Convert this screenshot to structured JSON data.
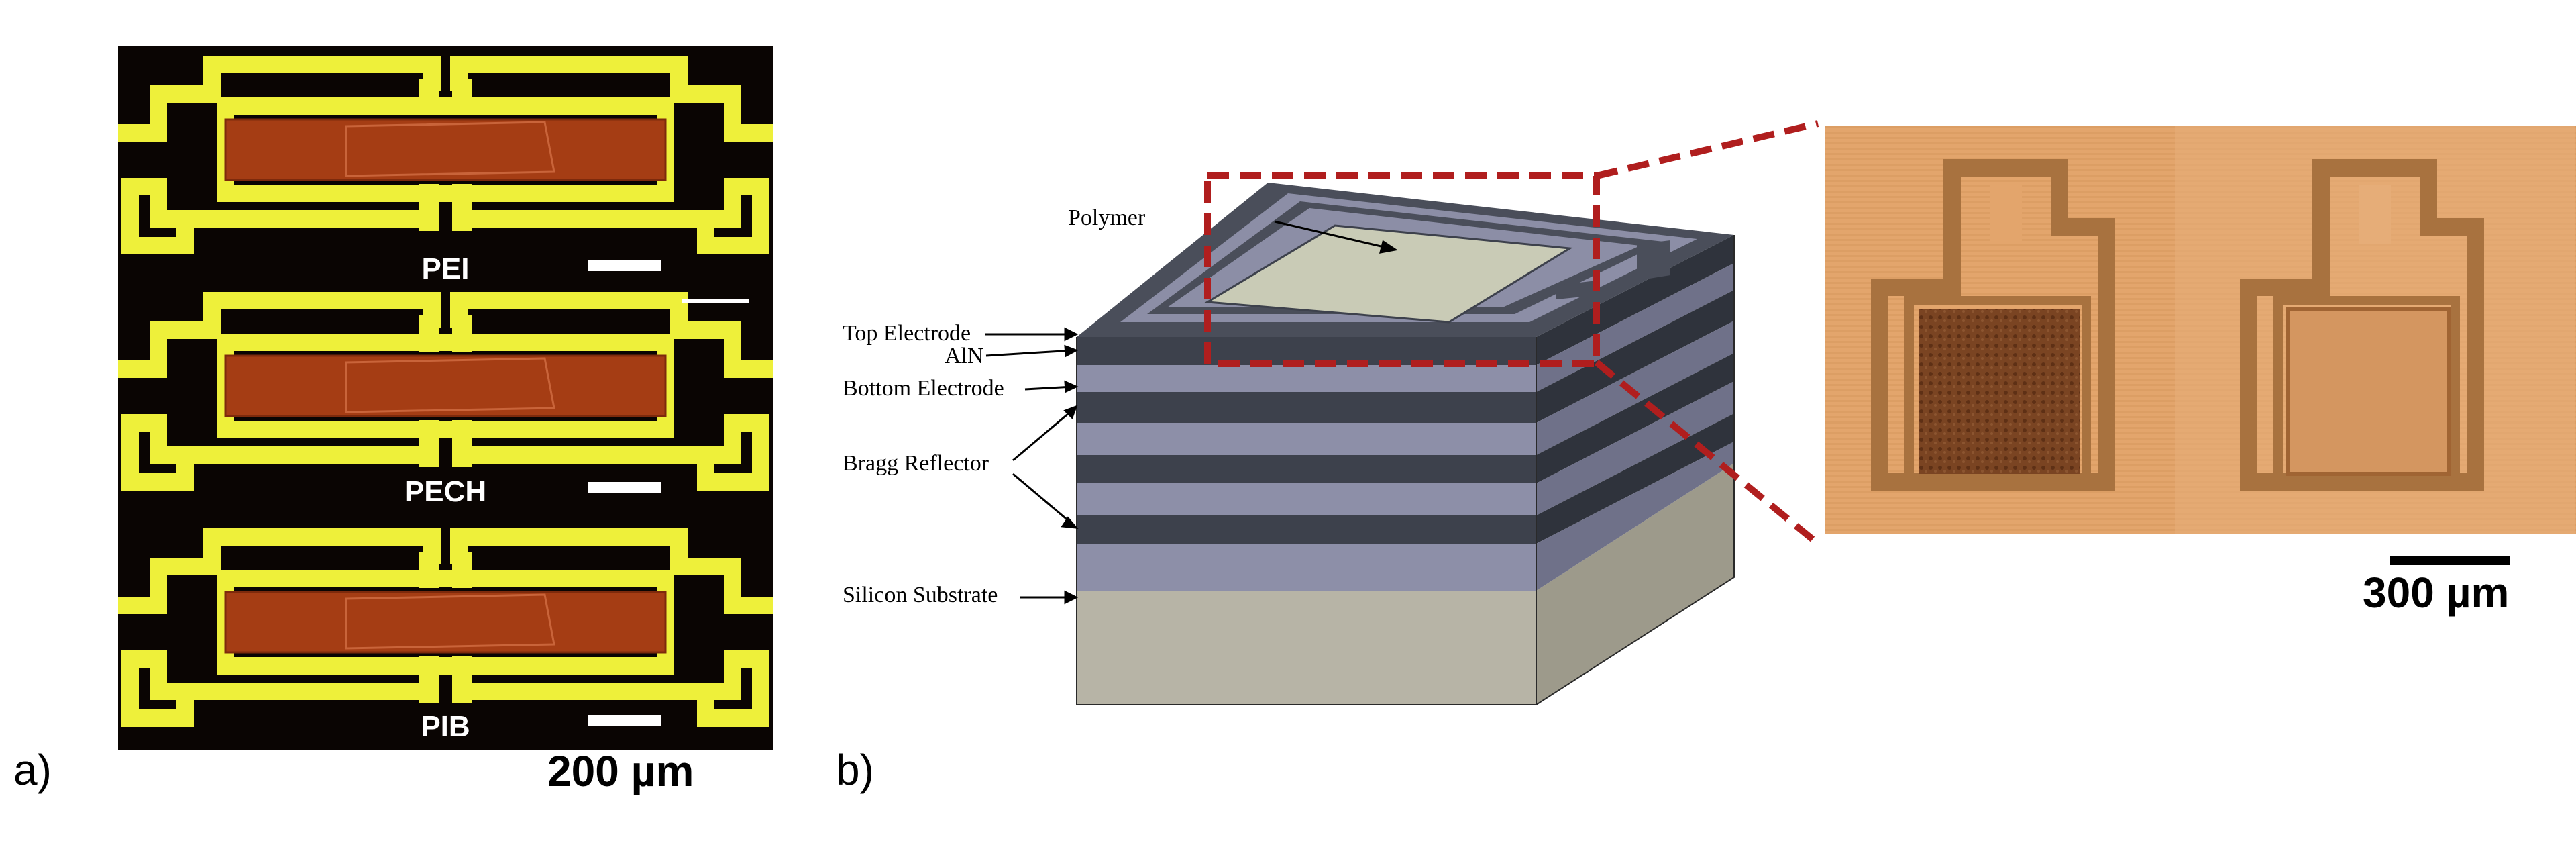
{
  "panel_a": {
    "label": "a)",
    "devices": [
      {
        "label": "PEI"
      },
      {
        "label": "PECH"
      },
      {
        "label": "PIB"
      }
    ],
    "scale_bar": "200 µm",
    "colors": {
      "background": "#0a0503",
      "electrode": "#eef03a",
      "electrode_dark": "#b5b81e",
      "active": "#a53d14"
    }
  },
  "panel_b": {
    "label": "b)",
    "layer_labels": {
      "polymer": "Polymer",
      "top_electrode": "Top Electrode",
      "aln": "AlN",
      "bottom_electrode": "Bottom Electrode",
      "bragg": "Bragg Reflector",
      "substrate": "Silicon Substrate"
    },
    "scale_bar": "300 µm",
    "colors": {
      "callout": "#b01e1e",
      "dark_layer": "#3b3f4a",
      "light_layer": "#8d8fa8",
      "substrate": "#b6b3a5",
      "photo_bg": "#e3a56c"
    }
  }
}
